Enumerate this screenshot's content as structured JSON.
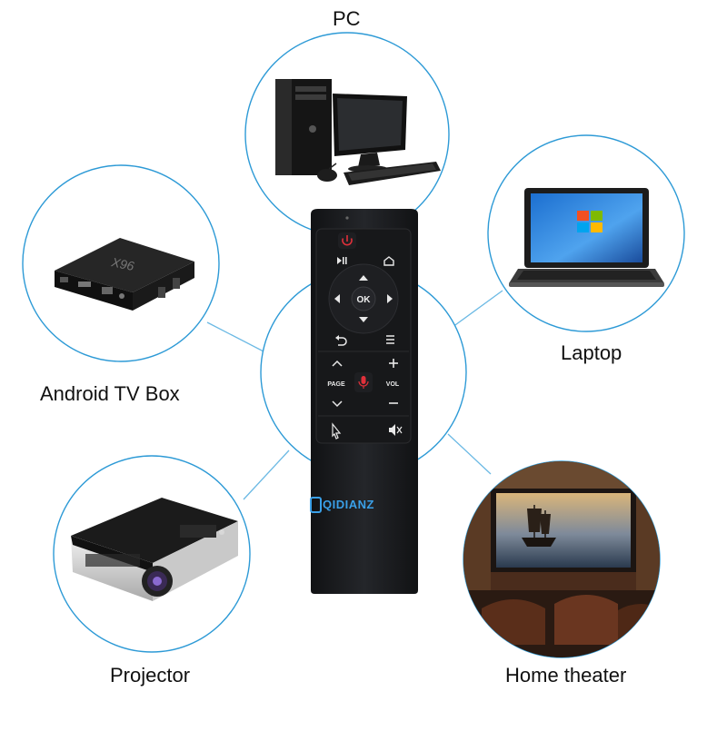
{
  "labels": {
    "pc": "PC",
    "laptop": "Laptop",
    "android_tv_box": "Android TV Box",
    "projector": "Projector",
    "home_theater": "Home theater"
  },
  "remote": {
    "brand": "QIDIANZ",
    "ok": "OK",
    "page": "PAGE",
    "vol": "VOL"
  },
  "devices": {
    "tv_box_text": "X96"
  },
  "icons": [
    "power-icon",
    "play-pause-icon",
    "home-icon",
    "up-arrow-icon",
    "down-arrow-icon",
    "left-arrow-icon",
    "right-arrow-icon",
    "back-icon",
    "menu-icon",
    "plus-icon",
    "minus-icon",
    "microphone-icon",
    "chevron-up-icon",
    "chevron-down-icon",
    "pointer-icon",
    "mute-icon"
  ],
  "colors": {
    "circle_border": "#2d9ad6",
    "connector": "#6bb9e4",
    "remote_body": "#1a1b1d",
    "power_red": "#e0303a",
    "brand_blue": "#3aa0e8"
  }
}
